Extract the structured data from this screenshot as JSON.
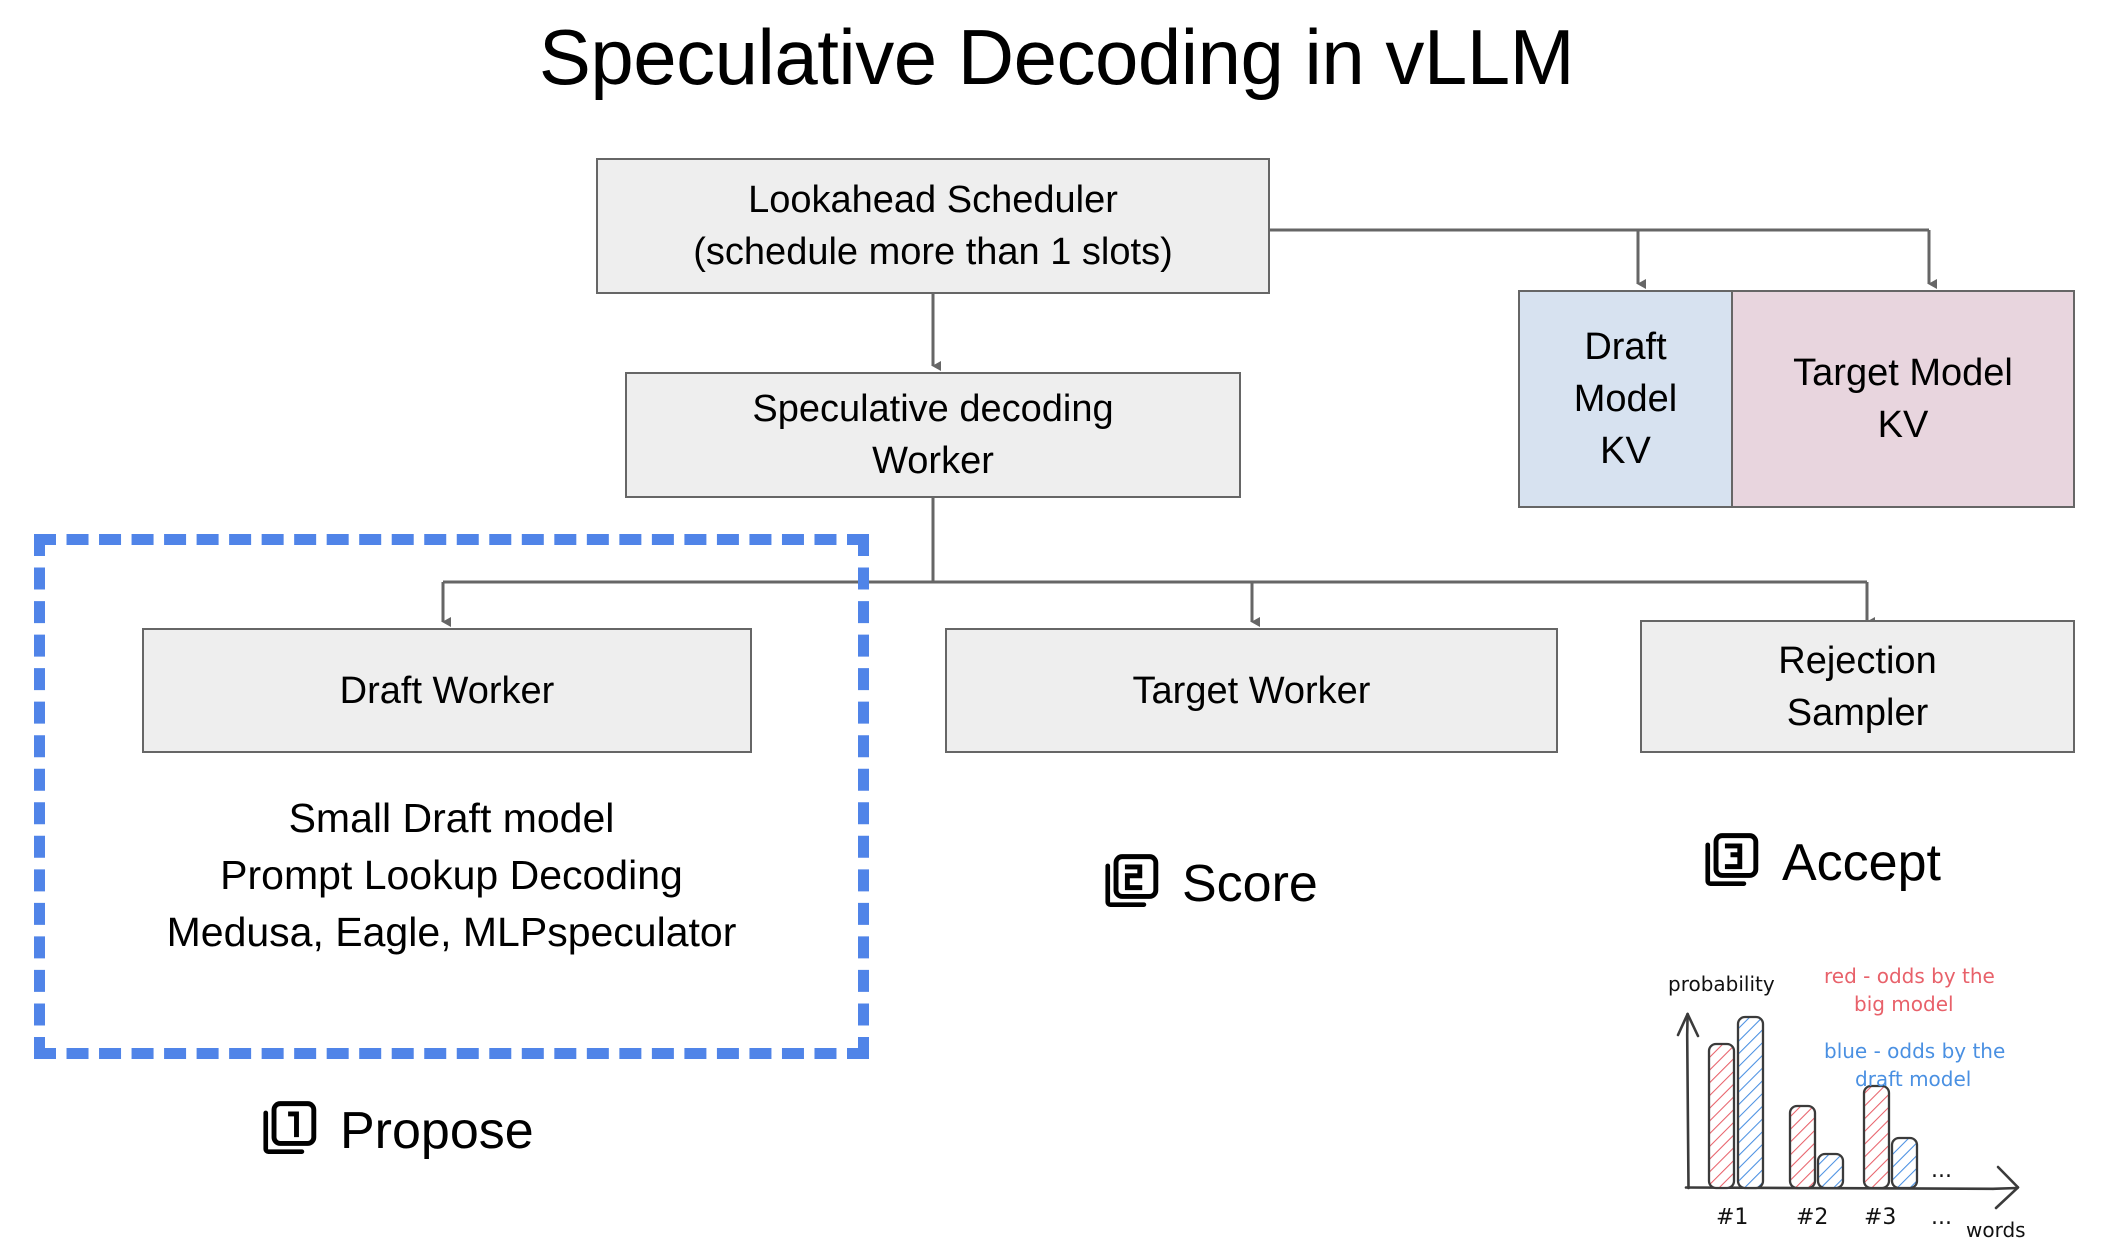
{
  "title": "Speculative Decoding in vLLM",
  "boxes": {
    "scheduler": {
      "line1": "Lookahead Scheduler",
      "line2": "(schedule more than 1 slots)"
    },
    "spec_worker": {
      "line1": "Speculative decoding",
      "line2": "Worker"
    },
    "draft_kv": {
      "line1": "Draft",
      "line2": "Model",
      "line3": "KV"
    },
    "target_kv": {
      "line1": "Target Model",
      "line2": "KV"
    },
    "draft_worker": {
      "label": "Draft Worker"
    },
    "target_worker": {
      "label": "Target Worker"
    },
    "rejection_sampler": {
      "line1": "Rejection",
      "line2": "Sampler"
    }
  },
  "notes": {
    "line1": "Small Draft model",
    "line2": "Prompt Lookup Decoding",
    "line3": "Medusa, Eagle, MLPspeculator"
  },
  "steps": [
    {
      "number": "1",
      "label": "Propose",
      "icon": "looks-one-icon"
    },
    {
      "number": "2",
      "label": "Score",
      "icon": "looks-two-icon"
    },
    {
      "number": "3",
      "label": "Accept",
      "icon": "looks-three-icon"
    }
  ],
  "colors": {
    "draft_kv_fill": "#d7e2f0",
    "target_kv_fill": "#e8d5de",
    "box_fill": "#eeeeee",
    "box_stroke": "#666666",
    "dashed_highlight": "#5084e8",
    "chart_red": "#e8616a",
    "chart_blue": "#4a90e2",
    "chart_axis": "#3b3b3b"
  },
  "chart_data": {
    "type": "bar",
    "title": "",
    "xlabel": "words",
    "ylabel": "probability",
    "categories": [
      "#1",
      "#2",
      "#3"
    ],
    "trailing_tick": "...",
    "grid": false,
    "legend_position": "top-right",
    "ylim": [
      0,
      1.0
    ],
    "series": [
      {
        "name": "red - odds by the big model",
        "color": "#e8616a",
        "values": [
          0.78,
          0.42,
          0.55
        ]
      },
      {
        "name": "blue - odds by the draft model",
        "color": "#4a90e2",
        "values": [
          0.95,
          0.15,
          0.31
        ]
      }
    ],
    "legend": [
      {
        "text_line1": "red - odds by the",
        "text_line2": "big model",
        "color": "#e8616a"
      },
      {
        "text_line1": "blue - odds by the",
        "text_line2": "draft model",
        "color": "#4a90e2"
      }
    ]
  }
}
